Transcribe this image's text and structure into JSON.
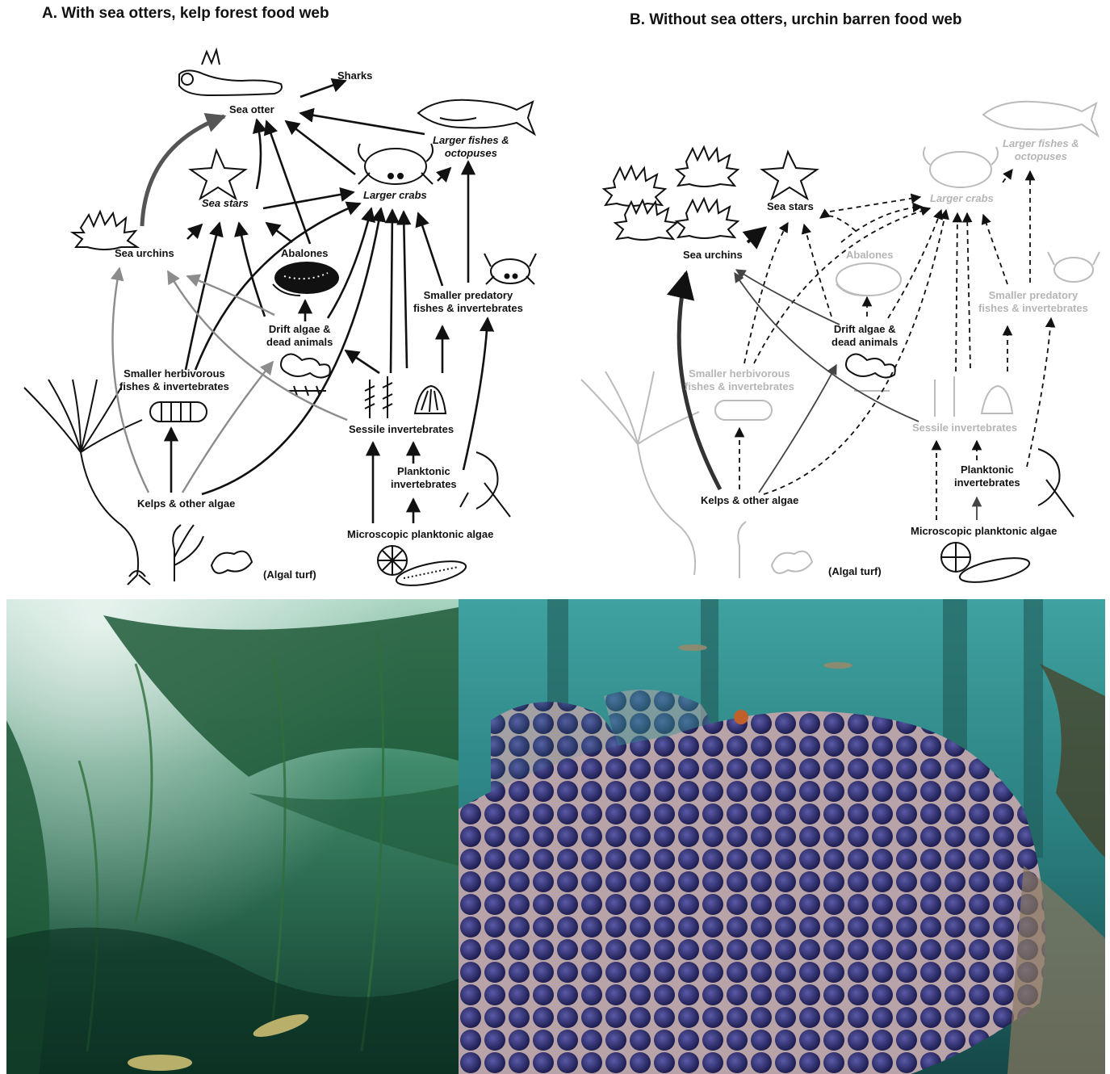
{
  "panel_a": {
    "title": "A. With sea otters, kelp forest food web",
    "nodes": {
      "sea_otter": "Sea otter",
      "sharks": "Sharks",
      "larger_fishes": "Larger fishes &\noctopuses",
      "sea_stars": "Sea stars",
      "larger_crabs": "Larger crabs",
      "sea_urchins": "Sea urchins",
      "abalones": "Abalones",
      "smaller_predatory": "Smaller predatory\nfishes & invertebrates",
      "drift_algae": "Drift algae &\ndead animals",
      "smaller_herbivorous": "Smaller herbivorous\nfishes & invertebrates",
      "sessile": "Sessile invertebrates",
      "planktonic": "Planktonic\ninvertebrates",
      "kelps": "Kelps & other algae",
      "microscopic": "Microscopic planktonic algae",
      "algal_turf": "(Algal turf)"
    }
  },
  "panel_b": {
    "title": "B. Without sea otters, urchin barren food web",
    "nodes": {
      "larger_fishes": "Larger fishes &\noctopuses",
      "sea_stars": "Sea stars",
      "larger_crabs": "Larger crabs",
      "sea_urchins": "Sea urchins",
      "abalones": "Abalones",
      "smaller_predatory": "Smaller predatory\nfishes & invertebrates",
      "drift_algae": "Drift algae &\ndead animals",
      "smaller_herbivorous": "Smaller herbivorous\nfishes & invertebrates",
      "sessile": "Sessile invertebrates",
      "planktonic": "Planktonic\ninvertebrates",
      "kelps": "Kelps & other algae",
      "microscopic": "Microscopic planktonic algae",
      "algal_turf": "(Algal turf)"
    }
  },
  "colors": {
    "ink": "#111111",
    "gray_arrow": "#8c8c8c",
    "faded": "#b5b5b5",
    "kelp_water": "#1f6a4a",
    "urchin": "#3b3a78"
  }
}
